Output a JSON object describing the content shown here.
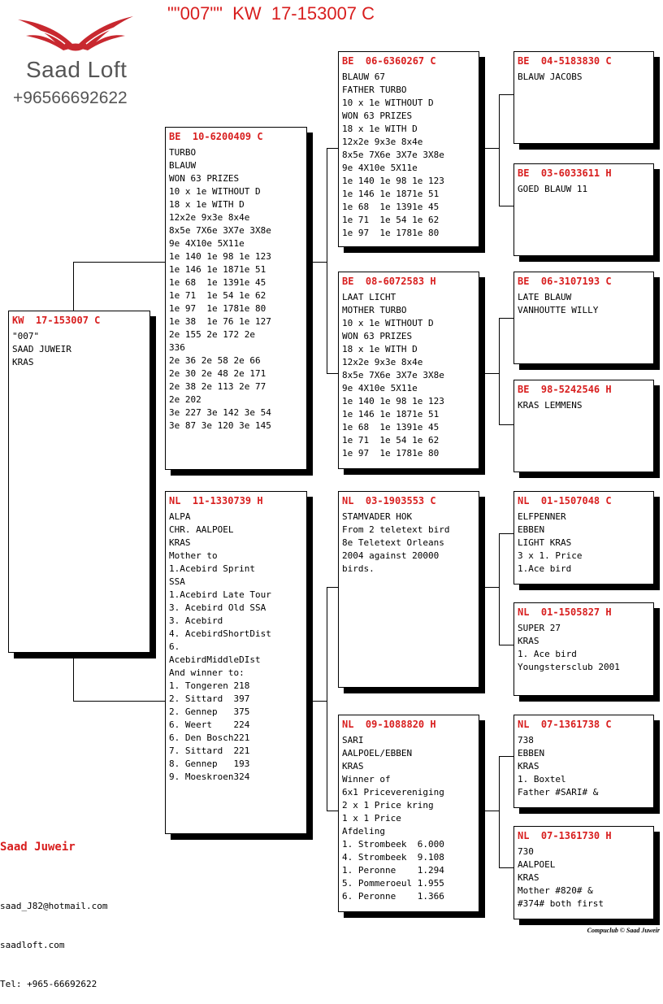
{
  "title": "\"\"007\"\"  KW  17-153007 C",
  "logo": {
    "brand": "Saad Loft",
    "phone": "+96566692622"
  },
  "owner": {
    "name": "Saad Juweir",
    "contact": [
      "saad_J82@hotmail.com",
      "saadloft.com",
      "Tel: +965-66692622"
    ]
  },
  "footer": "Compuclub © Saad Juweir",
  "colors": {
    "accent": "#d81e1e",
    "text": "#000000"
  },
  "pigeons": [
    {
      "id": "kw-17-153007",
      "header": "KW  17-153007 C",
      "lines": [
        "\"007\"",
        "SAAD JUWEIR",
        "KRAS"
      ]
    },
    {
      "id": "be-10-6200409",
      "header": "BE  10-6200409 C",
      "lines": [
        "TURBO",
        "BLAUW",
        "WON 63 PRIZES",
        "10 x 1e WITHOUT D",
        "18 x 1e WITH D",
        "12x2e 9x3e 8x4e",
        "8x5e 7X6e 3X7e 3X8e",
        "9e 4X10e 5X11e",
        "1e 140 1e 98 1e 123",
        "1e 146 1e 1871e 51",
        "1e 68  1e 1391e 45",
        "1e 71  1e 54 1e 62",
        "1e 97  1e 1781e 80",
        "1e 38  1e 76 1e 127",
        "2e 155 2e 172 2e",
        "336",
        "2e 36 2e 58 2e 66",
        "2e 30 2e 48 2e 171",
        "2e 38 2e 113 2e 77",
        "2e 202",
        "3e 227 3e 142 3e 54",
        "3e 87 3e 120 3e 145"
      ]
    },
    {
      "id": "nl-11-1330739",
      "header": "NL  11-1330739 H",
      "lines": [
        "ALPA",
        "CHR. AALPOEL",
        "KRAS",
        "Mother to",
        "1.Acebird Sprint",
        "SSA",
        "1.Acebird Late Tour",
        "3. Acebird Old SSA",
        "3. Acebird",
        "4. AcebirdShortDist",
        "6.",
        "AcebirdMiddleDIst",
        "And winner to:",
        "1. Tongeren 218",
        "2. Sittard  397",
        "2. Gennep   375",
        "6. Weert    224",
        "6. Den Bosch221",
        "7. Sittard  221",
        "8. Gennep   193",
        "9. Moeskroen324"
      ]
    },
    {
      "id": "be-06-6360267",
      "header": "BE  06-6360267 C",
      "lines": [
        "BLAUW 67",
        "FATHER TURBO",
        "10 x 1e WITHOUT D",
        "WON 63 PRIZES",
        "18 x 1e WITH D",
        "12x2e 9x3e 8x4e",
        "8x5e 7X6e 3X7e 3X8e",
        "9e 4X10e 5X11e",
        "1e 140 1e 98 1e 123",
        "1e 146 1e 1871e 51",
        "1e 68  1e 1391e 45",
        "1e 71  1e 54 1e 62",
        "1e 97  1e 1781e 80"
      ]
    },
    {
      "id": "be-08-6072583",
      "header": "BE  08-6072583 H",
      "lines": [
        "LAAT LICHT",
        "MOTHER TURBO",
        "10 x 1e WITHOUT D",
        "WON 63 PRIZES",
        "18 x 1e WITH D",
        "12x2e 9x3e 8x4e",
        "8x5e 7X6e 3X7e 3X8e",
        "9e 4X10e 5X11e",
        "1e 140 1e 98 1e 123",
        "1e 146 1e 1871e 51",
        "1e 68  1e 1391e 45",
        "1e 71  1e 54 1e 62",
        "1e 97  1e 1781e 80"
      ]
    },
    {
      "id": "nl-03-1903553",
      "header": "NL  03-1903553 C",
      "lines": [
        "STAMVADER HOK",
        "From 2 teletext bird",
        "8e Teletext Orleans",
        "2004 against 20000",
        "birds."
      ]
    },
    {
      "id": "nl-09-1088820",
      "header": "NL  09-1088820 H",
      "lines": [
        "SARI",
        "AALPOEL/EBBEN",
        "KRAS",
        "Winner of",
        "6x1 Pricevereniging",
        "2 x 1 Price kring",
        "1 x 1 Price",
        "Afdeling",
        "1. Strombeek  6.000",
        "4. Strombeek  9.108",
        "1. Peronne    1.294",
        "5. Pommeroeul 1.955",
        "6. Peronne    1.366"
      ]
    },
    {
      "id": "be-04-5183830",
      "header": "BE  04-5183830 C",
      "lines": [
        "BLAUW JACOBS"
      ]
    },
    {
      "id": "be-03-6033611",
      "header": "BE  03-6033611 H",
      "lines": [
        "GOED BLAUW 11"
      ]
    },
    {
      "id": "be-06-3107193",
      "header": "BE  06-3107193 C",
      "lines": [
        "LATE BLAUW",
        "VANHOUTTE WILLY"
      ]
    },
    {
      "id": "be-98-5242546",
      "header": "BE  98-5242546 H",
      "lines": [
        "KRAS LEMMENS"
      ]
    },
    {
      "id": "nl-01-1507048",
      "header": "NL  01-1507048 C",
      "lines": [
        "ELFPENNER",
        "EBBEN",
        "LIGHT KRAS",
        "3 x 1. Price",
        "1.Ace bird"
      ]
    },
    {
      "id": "nl-01-1505827",
      "header": "NL  01-1505827 H",
      "lines": [
        "SUPER 27",
        "",
        "KRAS",
        "1. Ace bird",
        "Youngstersclub 2001"
      ]
    },
    {
      "id": "nl-07-1361738",
      "header": "NL  07-1361738 C",
      "lines": [
        "738",
        "EBBEN",
        "KRAS",
        "1. Boxtel",
        "Father #SARI# &"
      ]
    },
    {
      "id": "nl-07-1361730",
      "header": "NL  07-1361730 H",
      "lines": [
        "730",
        "AALPOEL",
        "KRAS",
        "Mother #820# &",
        "#374# both first"
      ]
    }
  ]
}
